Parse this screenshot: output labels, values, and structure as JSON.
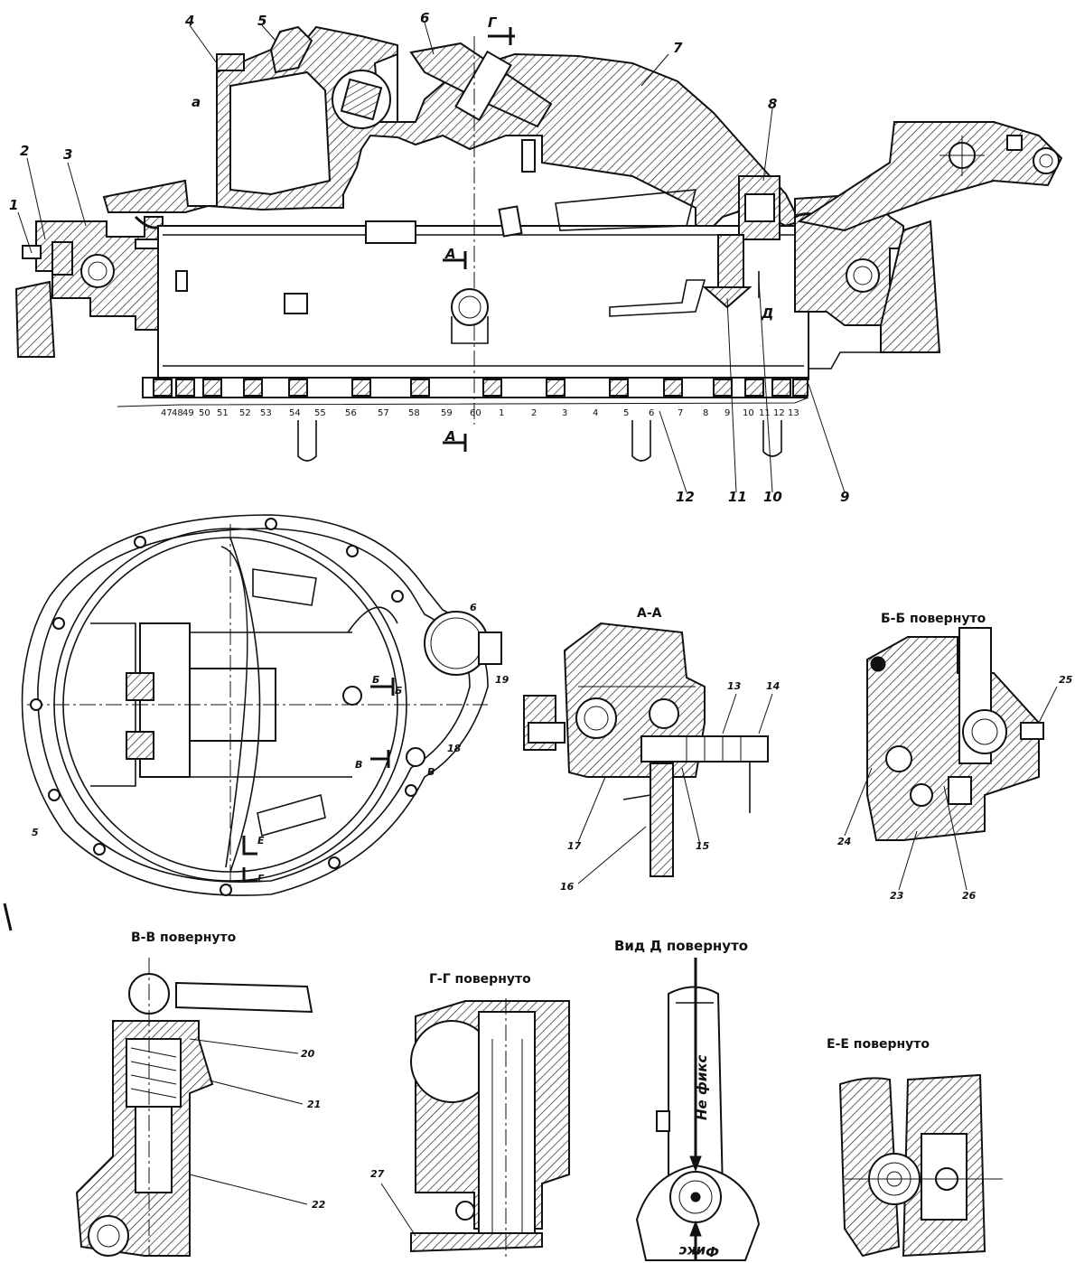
{
  "labels": {
    "n1": "1",
    "n2": "2",
    "n3": "3",
    "n4": "4",
    "n5": "5",
    "n6": "6",
    "n7": "7",
    "n8": "8",
    "n9": "9",
    "n10": "10",
    "n11": "11",
    "n12": "12",
    "n13": "13",
    "n14": "14",
    "n15": "15",
    "n16": "16",
    "n17": "17",
    "n18": "18",
    "n19": "19",
    "n20": "20",
    "n21": "21",
    "n22": "22",
    "n23": "23",
    "n24": "24",
    "n25": "25",
    "n26": "26",
    "n27": "27",
    "n5b": "5",
    "n6b": "6",
    "a": "а",
    "G": "Г",
    "A_top": "А",
    "A_bottom": "А",
    "D": "Д",
    "B_mark": "Б",
    "B_mark2": "Б",
    "V_mark": "В",
    "V_mark2": "В",
    "E_mark": "Е",
    "E_mark2": "Е"
  },
  "scale_marks": [
    "47",
    "48",
    "49",
    "50",
    "51",
    "52",
    "53",
    "54",
    "55",
    "56",
    "57",
    "58",
    "59",
    "60",
    "1",
    "2",
    "3",
    "4",
    "5",
    "6",
    "7",
    "8",
    "9",
    "10",
    "11",
    "12",
    "13"
  ],
  "section_titles": {
    "aa": "А-А",
    "bb": "Б-Б повернуто",
    "vv": "В-В повернуто",
    "gg": "Г-Г повернуто",
    "vid_d": "Вид Д повернуто",
    "ee": "Е-Е повернуто"
  },
  "handle_text": {
    "ne_fiks": "Не фикс",
    "fiks": "Фикс"
  }
}
